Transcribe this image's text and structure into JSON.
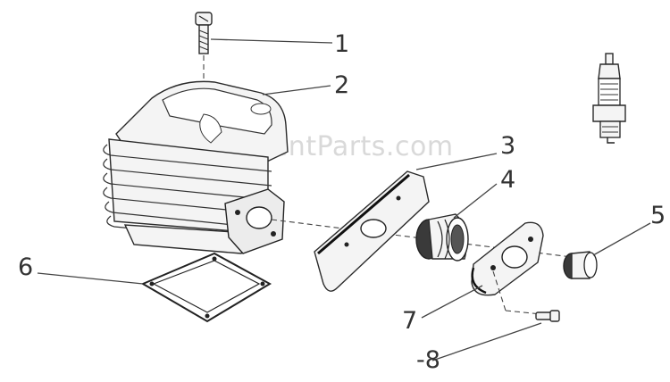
{
  "watermark": "eReplacementParts.com",
  "callouts": {
    "c1": "1",
    "c2": "2",
    "c3": "3",
    "c4": "4",
    "c5": "5",
    "c6": "6",
    "c7": "7",
    "c8": "-8"
  }
}
